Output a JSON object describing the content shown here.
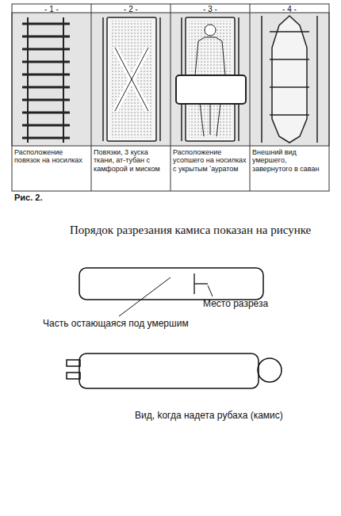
{
  "diagram": {
    "nodes": [
      {
        "text": [
          "- 1 -",
          "Расположение повязок на носилках"
        ]
      },
      {
        "text": [
          "- 2 -",
          "Повязки, 3 куска ткани, ат-тубан с камфорой и миском"
        ]
      },
      {
        "text": [
          "- 3 -",
          "Расположение усопшего на носилках с укрытым ʻауратом"
        ]
      },
      {
        "text": [
          "- 4 -",
          "Внешний вид умершего, завернутого в саван"
        ]
      }
    ],
    "labels": [
      "Рис. 2.",
      "Порядок разрезания камиса показан на рисунке",
      "Место разреза",
      "Часть остающаяся под умершим",
      "Вид, kогда надета рубаха (камис)"
    ]
  }
}
